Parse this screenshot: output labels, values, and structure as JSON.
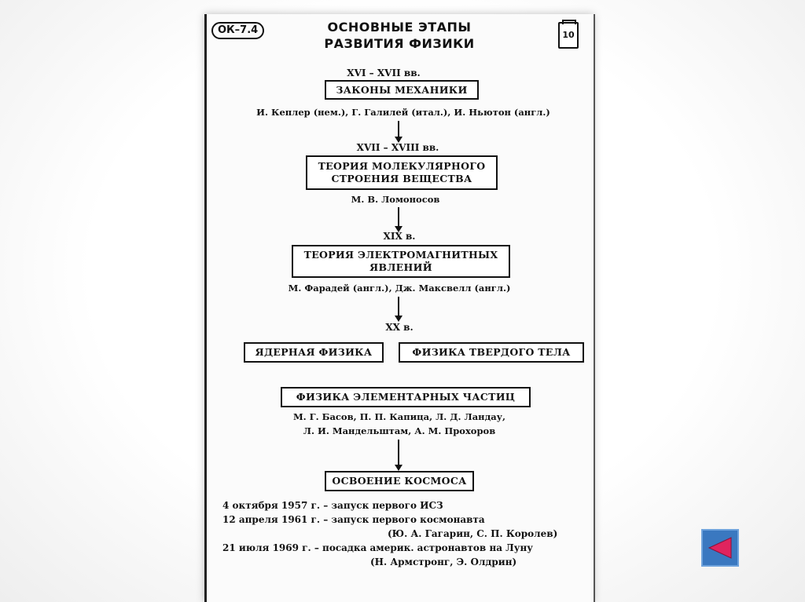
{
  "header": {
    "code": "ОК–7.4",
    "title_line1": "ОСНОВНЫЕ ЭТАПЫ",
    "title_line2": "РАЗВИТИЯ ФИЗИКИ",
    "corner_number": "10"
  },
  "stages": [
    {
      "era": "XVI – XVII вв.",
      "box": "ЗАКОНЫ МЕХАНИКИ",
      "names": "И. Кеплер (нем.), Г. Галилей (итал.), И. Ньютон (англ.)"
    },
    {
      "era": "XVII – XVIII вв.",
      "box_line1": "ТЕОРИЯ МОЛЕКУЛЯРНОГО",
      "box_line2": "СТРОЕНИЯ ВЕЩЕСТВА",
      "names": "М. В. Ломоносов"
    },
    {
      "era": "XIX в.",
      "box_line1": "ТЕОРИЯ ЭЛЕКТРОМАГНИТНЫХ",
      "box_line2": "ЯВЛЕНИЙ",
      "names": "М. Фарадей (англ.), Дж. Максвелл (англ.)"
    },
    {
      "era": "XX в.",
      "box_left": "ЯДЕРНАЯ ФИЗИКА",
      "box_right": "ФИЗИКА ТВЕРДОГО ТЕЛА"
    },
    {
      "box": "ФИЗИКА ЭЛЕМЕНТАРНЫХ ЧАСТИЦ",
      "names_line1": "М. Г. Басов, П. П. Капица, Л. Д. Ландау,",
      "names_line2": "Л. И. Мандельштам, А. М. Прохоров"
    },
    {
      "box": "ОСВОЕНИЕ КОСМОСА"
    }
  ],
  "events": {
    "line1": "4 октября 1957 г. – запуск первого ИСЗ",
    "line2": "12 апреля 1961 г. – запуск первого космонавта",
    "line3": "(Ю. А. Гагарин, С. П. Королев)",
    "line4": "21 июля 1969 г. – посадка америк. астронавтов на Луну",
    "line5": "(Н. Армстронг, Э. Олдрин)"
  },
  "nav": {
    "back_icon": "triangle-left-icon",
    "accent_color": "#3a78c0",
    "arrow_color": "#e0245e"
  }
}
